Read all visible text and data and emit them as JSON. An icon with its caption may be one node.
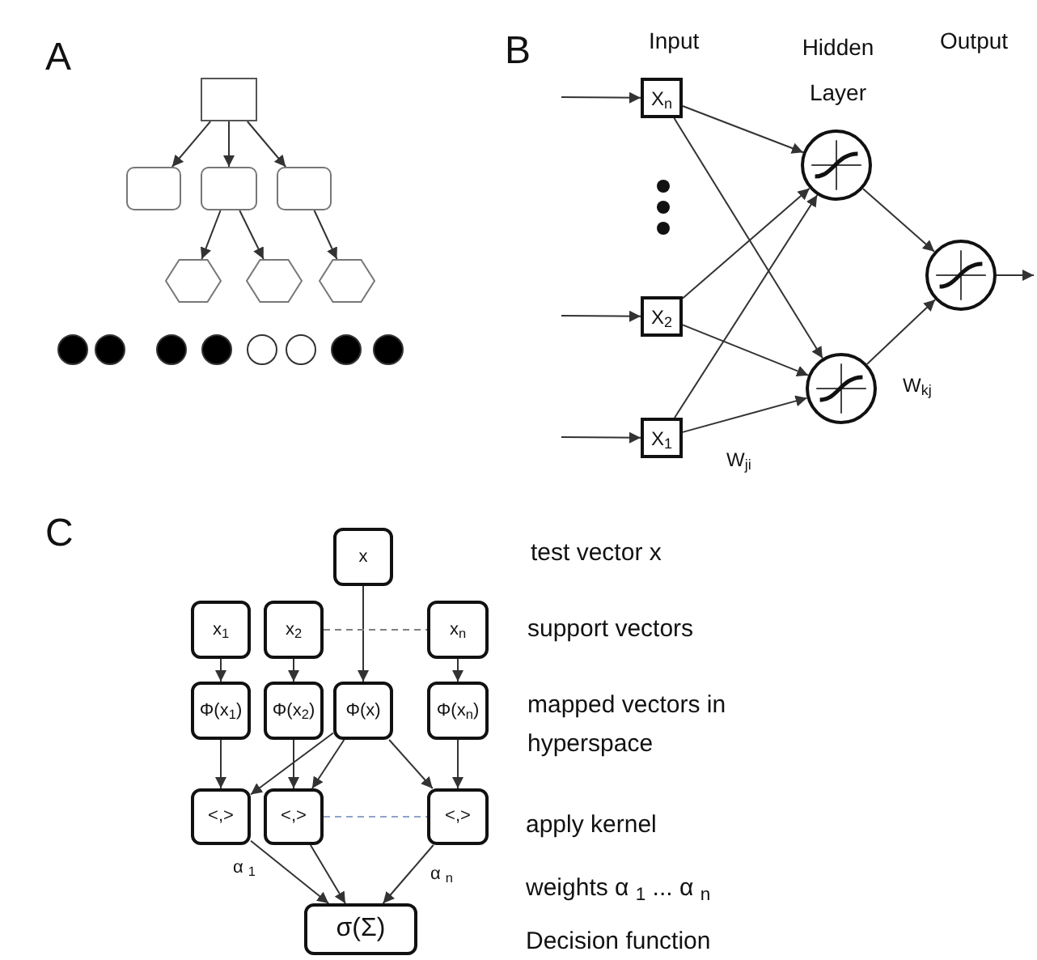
{
  "diagram": {
    "nodes": [
      {
        "text": [],
        "shape": "box"
      },
      {
        "text": [],
        "shape": "box"
      },
      {
        "text": [],
        "shape": "box"
      },
      {
        "text": [],
        "shape": "box"
      },
      {
        "text": [],
        "shape": "hexagon"
      },
      {
        "text": [],
        "shape": "hexagon"
      },
      {
        "text": [],
        "shape": "hexagon"
      },
      {
        "text": [
          "X$_{n}$"
        ]
      },
      {
        "text": [
          "X$_{2}$"
        ]
      },
      {
        "text": [
          "X$_{1}$"
        ]
      },
      {
        "text": [],
        "shape": "circle"
      },
      {
        "text": [],
        "shape": "circle"
      },
      {
        "text": [],
        "shape": "circle"
      },
      {
        "text": [
          "x"
        ]
      },
      {
        "text": [
          "x$_{1}$"
        ]
      },
      {
        "text": [
          "x$_{2}$"
        ]
      },
      {
        "text": [
          "x$_{n}$"
        ]
      },
      {
        "text": [
          "Φ(x$_{1}$)"
        ]
      },
      {
        "text": [
          "Φ(x$_{2}$)"
        ]
      },
      {
        "text": [
          "Φ(x)"
        ]
      },
      {
        "text": [
          "Φ(x$_{n}$)"
        ]
      },
      {
        "text": [
          "<,>"
        ]
      },
      {
        "text": [
          "<,>"
        ]
      },
      {
        "text": [
          "<,>"
        ]
      },
      {
        "text": [
          "σ(Σ)"
        ]
      }
    ],
    "edges": [
      {
        "from": 0,
        "to": 1,
        "arrow": "to"
      },
      {
        "from": 0,
        "to": 2,
        "arrow": "to"
      },
      {
        "from": 0,
        "to": 3,
        "arrow": "to"
      },
      {
        "from": 2,
        "to": 4,
        "arrow": "to"
      },
      {
        "from": 2,
        "to": 5,
        "arrow": "to"
      },
      {
        "from": 3,
        "to": 6,
        "arrow": "to"
      },
      {
        "from": null,
        "to": 7,
        "arrow": "to"
      },
      {
        "from": null,
        "to": 8,
        "arrow": "to"
      },
      {
        "from": null,
        "to": 9,
        "arrow": "to"
      },
      {
        "from": 7,
        "to": 10,
        "arrow": "to"
      },
      {
        "from": 7,
        "to": 11,
        "arrow": "to"
      },
      {
        "from": 8,
        "to": 10,
        "arrow": "to"
      },
      {
        "from": 8,
        "to": 11,
        "arrow": "to"
      },
      {
        "from": 9,
        "to": 10,
        "arrow": "to"
      },
      {
        "from": 9,
        "to": 11,
        "arrow": "to"
      },
      {
        "from": 10,
        "to": 12,
        "arrow": "to"
      },
      {
        "from": 11,
        "to": 12,
        "arrow": "to"
      },
      {
        "from": 12,
        "to": null,
        "arrow": "to"
      },
      {
        "from": 13,
        "to": 19,
        "arrow": "to"
      },
      {
        "from": 14,
        "to": 17,
        "arrow": "to"
      },
      {
        "from": 15,
        "to": 18,
        "arrow": "to"
      },
      {
        "from": 16,
        "to": 20,
        "arrow": "to"
      },
      {
        "from": 15,
        "to": 16,
        "arrow": "none",
        "style": "dashed",
        "color": "#7f7f7f"
      },
      {
        "from": 17,
        "to": 21,
        "arrow": "to"
      },
      {
        "from": 18,
        "to": 22,
        "arrow": "to"
      },
      {
        "from": 19,
        "to": 21,
        "arrow": "to"
      },
      {
        "from": 19,
        "to": 22,
        "arrow": "to"
      },
      {
        "from": 19,
        "to": 23,
        "arrow": "to"
      },
      {
        "from": 20,
        "to": 23,
        "arrow": "to"
      },
      {
        "from": 22,
        "to": 23,
        "arrow": "none",
        "style": "dashed",
        "color": "#8fa3c8"
      },
      {
        "from": 21,
        "to": 24,
        "arrow": "to",
        "label": "α $_{1}$"
      },
      {
        "from": 22,
        "to": 24,
        "arrow": "to"
      },
      {
        "from": 23,
        "to": 24,
        "arrow": "to",
        "label": "α $_{n}$"
      }
    ],
    "labels": [
      "A",
      "B",
      "Input",
      "Hidden Layer",
      "Output",
      "W$_{kj}$",
      "W$_{ji}$",
      "C",
      "test vector x",
      "support vectors",
      "mapped vectors in hyperspace",
      "apply kernel",
      "weights α $_{1}$ ... α $_{n}$",
      "Decision function"
    ]
  }
}
